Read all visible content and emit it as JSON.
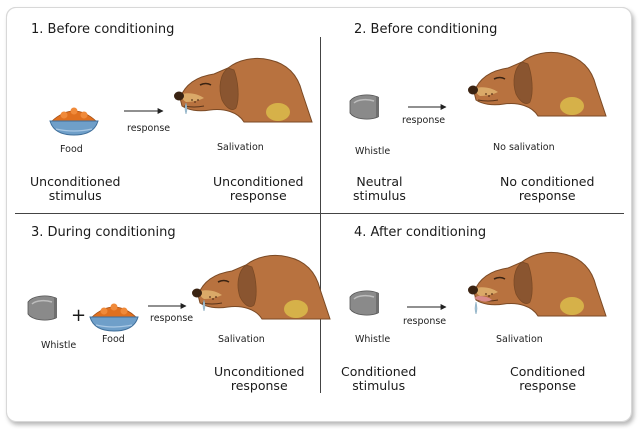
{
  "panels": [
    {
      "title": "1. Before conditioning",
      "arrow_label": "response",
      "stimulus_label": "Food",
      "response_label": "Salivation",
      "stimulus_type": [
        "Unconditioned",
        "stimulus"
      ],
      "response_type": [
        "Unconditioned",
        "response"
      ]
    },
    {
      "title": "2. Before conditioning",
      "arrow_label": "response",
      "stimulus_label": "Whistle",
      "response_label": "No salivation",
      "stimulus_type": [
        "Neutral",
        "stimulus"
      ],
      "response_type": [
        "No conditioned",
        "response"
      ]
    },
    {
      "title": "3. During conditioning",
      "arrow_label": "response",
      "stimulus_label": "Whistle",
      "stimulus_label_2": "Food",
      "plus": "+",
      "response_label": "Salivation",
      "response_type": [
        "Unconditioned",
        "response"
      ]
    },
    {
      "title": "4. After conditioning",
      "arrow_label": "response",
      "stimulus_label": "Whistle",
      "response_label": "Salivation",
      "stimulus_type": [
        "Conditioned",
        "stimulus"
      ],
      "response_type": [
        "Conditioned",
        "response"
      ]
    }
  ],
  "colors": {
    "dog_fur": "#b8723f",
    "dog_dark": "#7b4a25",
    "dog_spot": "#d9b84a",
    "food": "#e0701f",
    "bowl": "#6f9fc9",
    "whistle": "#8a8a8a",
    "saliva": "#a9c7d8",
    "tongue": "#d98a8a"
  },
  "icons": [
    "dog-head-icon",
    "food-bowl-icon",
    "whistle-icon",
    "arrow-icon"
  ]
}
